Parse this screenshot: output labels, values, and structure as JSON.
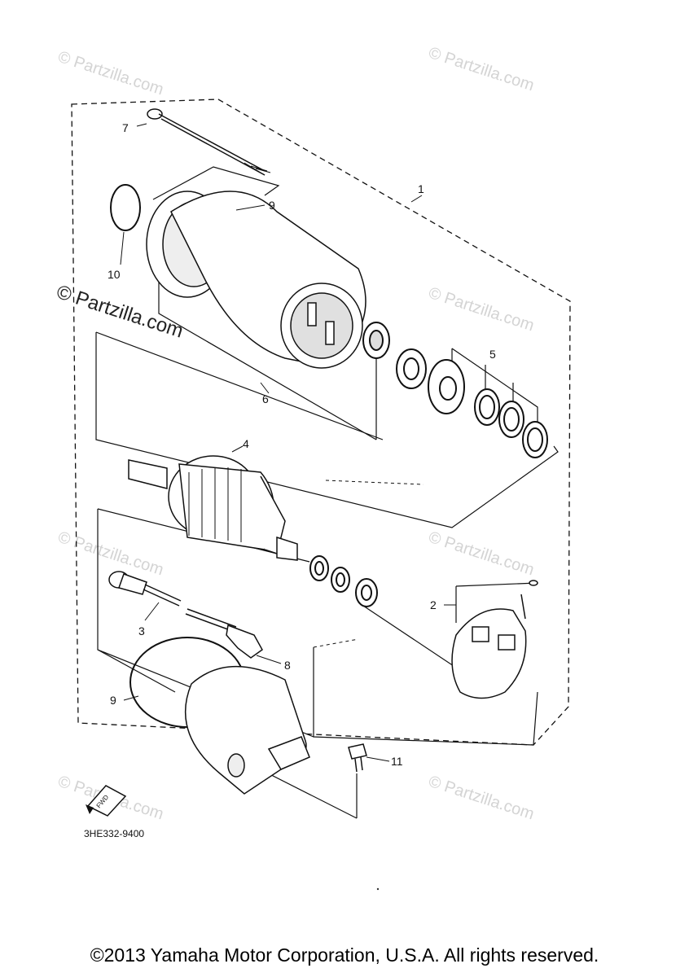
{
  "watermark": "© Partzilla.com",
  "diagram_code": "3HE332-9400",
  "fwd_label": "FWD",
  "callouts": [
    "1",
    "2",
    "3",
    "4",
    "5",
    "6",
    "7",
    "8",
    "9",
    "9",
    "10",
    "11"
  ],
  "copyright": "©2013 Yamaha Motor Corporation, U.S.A. All rights reserved."
}
